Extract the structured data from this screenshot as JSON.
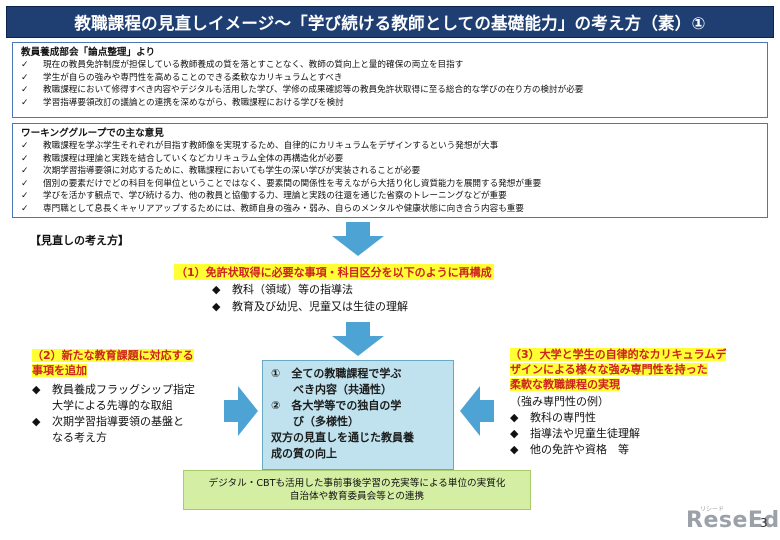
{
  "title": "教職課程の見直しイメージ～「学び続ける教師としての基礎能力」の考え方（素）①",
  "box1": {
    "heading": "教員養成部会「論点整理」より",
    "items": [
      "現在の教員免許制度が担保している教師養成の質を落とすことなく、教師の質向上と量的確保の両立を目指す",
      "学生が自らの強みや専門性を高めることのできる柔軟なカリキュラムとすべき",
      "教職課程において修得すべき内容やデジタルも活用した学び、学修の成果確認等の教員免許状取得に至る総合的な学びの在り方の検討が必要",
      "学習指導要領改訂の議論との連携を深めながら、教職課程における学びを検討"
    ]
  },
  "box2": {
    "heading": "ワーキンググループでの主な意見",
    "items": [
      "教職課程を学ぶ学生それぞれが目指す教師像を実現するため、自律的にカリキュラムをデザインするという発想が大事",
      "教職課程は理論と実践を結合していくなどカリキュラム全体の再構造化が必要",
      "次期学習指導要領に対応するために、教職課程においても学生の深い学びが実装されることが必要",
      "個別の要素だけでどの科目を何単位ということではなく、要素間の関係性を考えながら大括り化し資質能力を展開する発想が重要",
      "学びを活かす観点で、学び続ける力、他の教員と協働する力、理論と実践の往還を通じた省察のトレーニングなどが重要",
      "専門職として息長くキャリアアップするためには、教師自身の強み・弱み、自らのメンタルや健康状態に向き合う内容も重要"
    ]
  },
  "check_glyph": "✓",
  "kangaekata": "【見直しの考え方】",
  "sec1": {
    "title": "（1）免許状取得に必要な事項・科目区分を以下のように再構成",
    "bullets": [
      "教科（領域）等の指導法",
      "教育及び幼児、児童又は生徒の理解"
    ]
  },
  "sec2": {
    "title_lines": [
      "（2）新たな教育課題に対応する",
      "事項を追加"
    ],
    "bullets": [
      [
        "教員養成フラッグシップ指定",
        "大学による先導的な取組"
      ],
      [
        "次期学習指導要領の基盤と",
        "なる考え方"
      ]
    ]
  },
  "sec3": {
    "title_lines": [
      "（3）大学と学生の自律的なカリキュラムデ",
      "ザインによる様々な強み専門性を持った",
      "柔軟な教職課程の実現"
    ],
    "sub": "（強み専門性の例）",
    "bullets": [
      "教科の専門性",
      "指導法や児童生徒理解",
      "他の免許や資格　等"
    ]
  },
  "diamond_glyph": "◆",
  "center": {
    "lines": [
      "①　全ての教職課程で学ぶ",
      "　　べき内容（共通性）",
      "②　各大学等での独自の学",
      "　　び（多様性）",
      "双方の見直しを通じた教員養",
      "成の質の向上"
    ]
  },
  "bottom": {
    "lines": [
      "デジタル・CBTも活用した事前事後学習の充実等による単位の実質化",
      "自治体や教育委員会等との連携"
    ]
  },
  "logo": "ReseEd",
  "logo_sub": "リシード",
  "page_number": "3",
  "colors": {
    "title_bg": "#1f3f73",
    "box_border": "#4a78b4",
    "arrow": "#4da3d4",
    "highlight": "#ffff33",
    "highlight_text": "#cc2222",
    "center_bg": "#bfe2ee",
    "bottom_bg": "#d4eea4"
  }
}
